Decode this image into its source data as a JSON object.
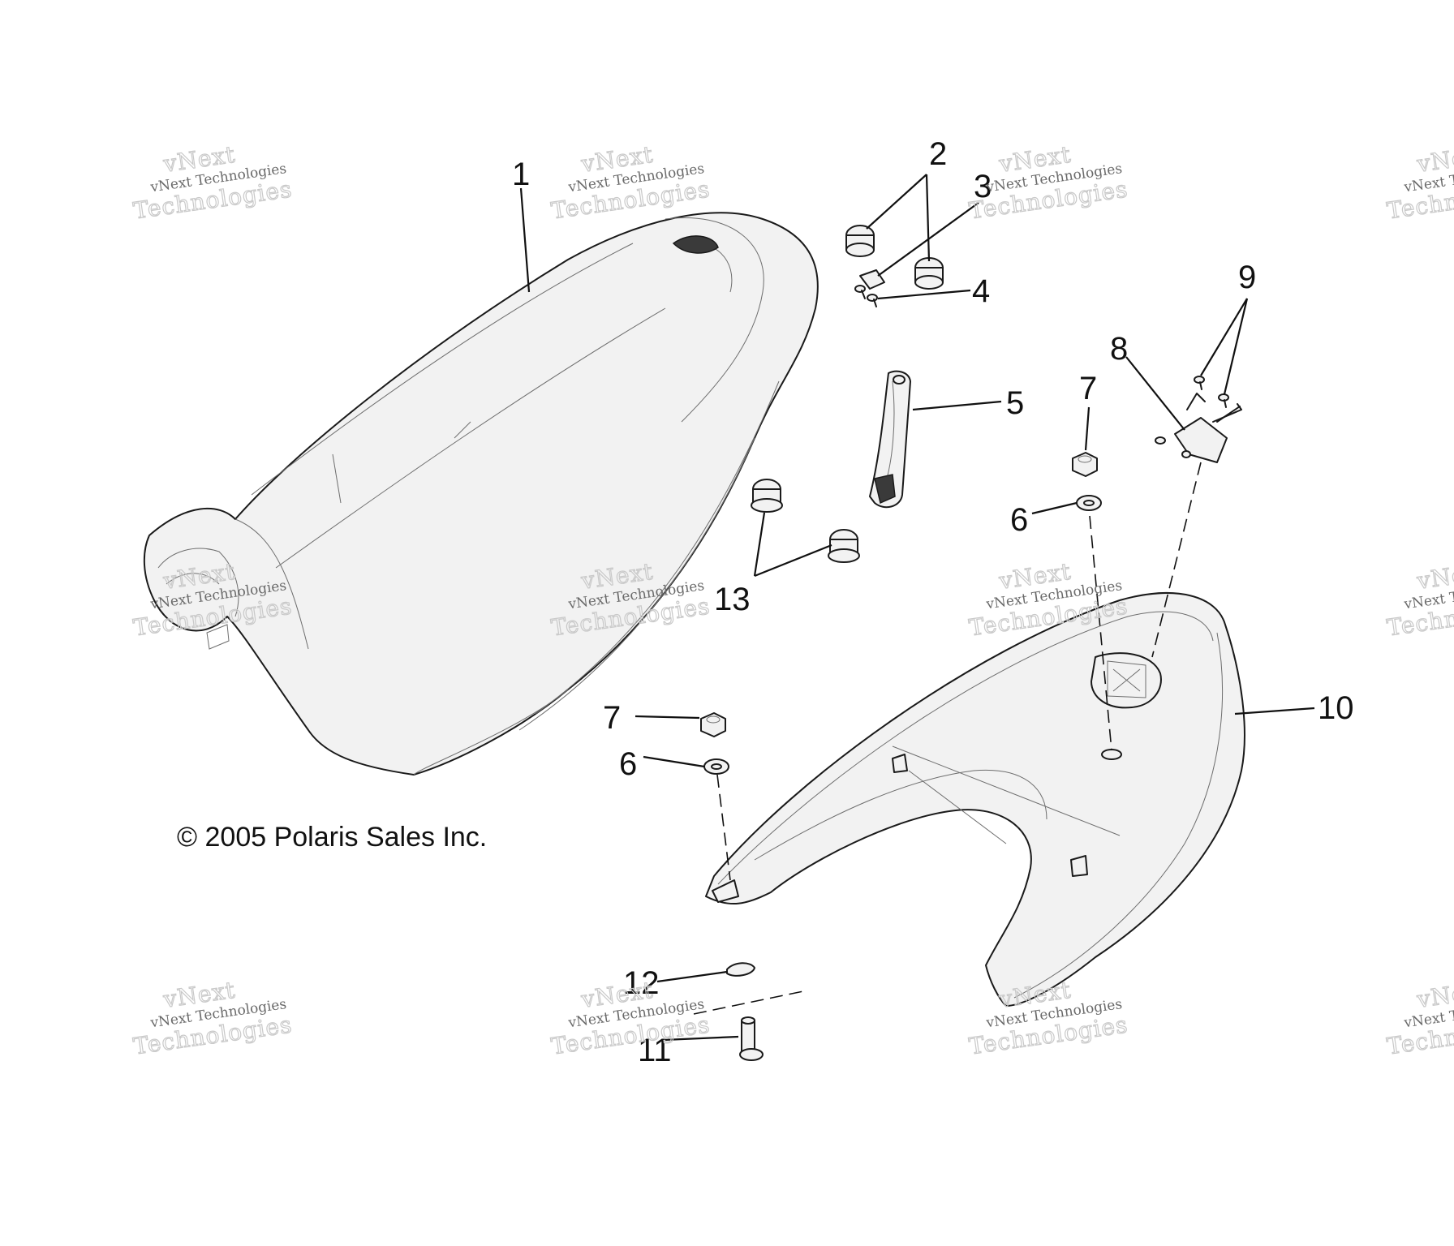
{
  "callouts": {
    "c1": "1",
    "c2": "2",
    "c3": "3",
    "c4": "4",
    "c5": "5",
    "c6a": "6",
    "c6b": "6",
    "c7a": "7",
    "c7b": "7",
    "c8": "8",
    "c9": "9",
    "c10": "10",
    "c11": "11",
    "c12": "12",
    "c13": "13"
  },
  "copyright": "© 2005 Polaris Sales Inc.",
  "watermark": {
    "small": "vNext Technologies",
    "large": "Technologies",
    "top": "vNext"
  }
}
